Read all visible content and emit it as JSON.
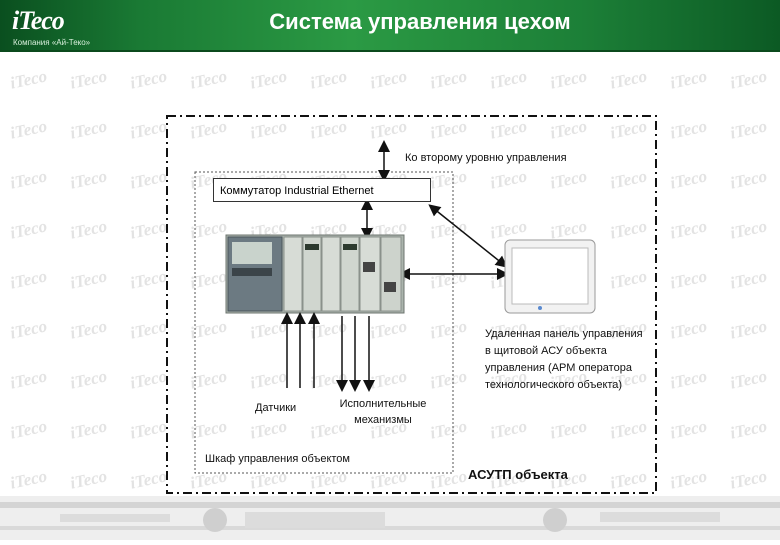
{
  "header": {
    "logo": "iTeco",
    "logo_sub": "Компания «Ай-Теко»",
    "title": "Система управления цехом"
  },
  "diagram": {
    "second_level_label": "Ко второму уровню управления",
    "switch_label": "Коммутатор Industrial Ethernet",
    "sensors_label": "Датчики",
    "actuators_label": "Исполнительные механизмы",
    "cabinet_label": "Шкаф управления объектом",
    "panel_label": "Удаленная панель управления в щитовой АСУ объекта управления (АРМ оператора технологического объекта)",
    "asutp_label": "АСУТП объекта"
  },
  "colors": {
    "header_green": "#1a7a34",
    "plc_body": "#b7c1b9",
    "border": "#111111"
  },
  "icons": [
    "plc-rack-icon",
    "operator-panel-icon"
  ]
}
